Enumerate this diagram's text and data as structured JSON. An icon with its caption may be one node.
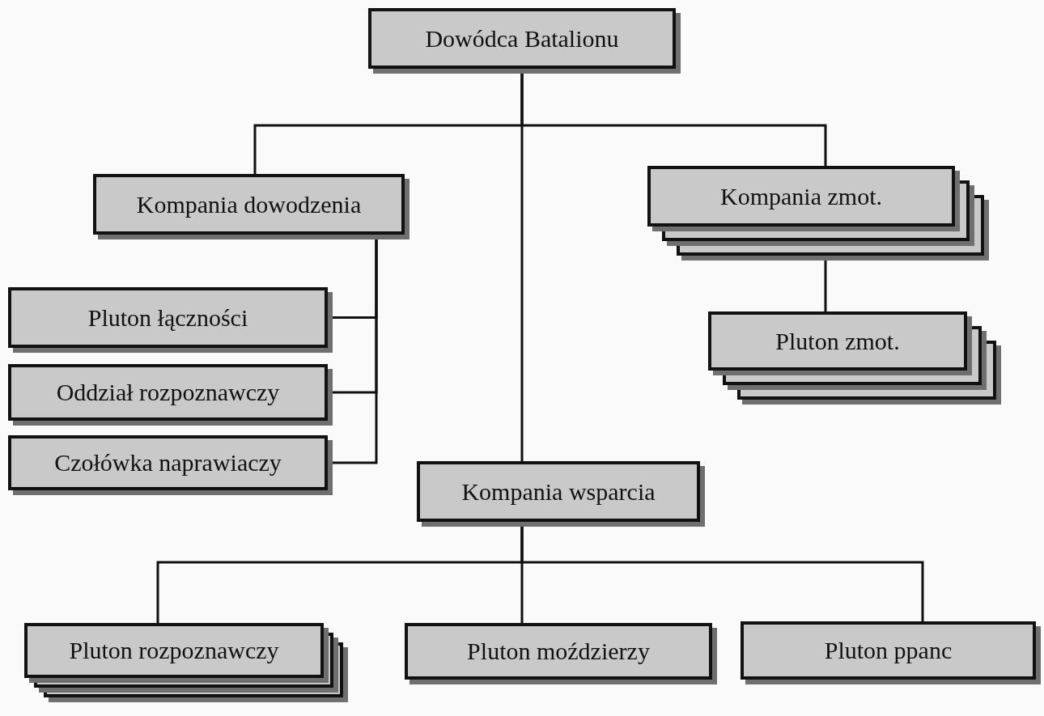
{
  "diagram": {
    "nodes": [
      {
        "text": [
          "Dowódca Batalionu"
        ]
      },
      {
        "text": [
          "Kompania dowodzenia"
        ]
      },
      {
        "text": [
          "Kompania zmot."
        ]
      },
      {
        "text": [
          "Pluton łączności"
        ]
      },
      {
        "text": [
          "Oddział rozpoznawczy"
        ]
      },
      {
        "text": [
          "Czołówka naprawiaczy"
        ]
      },
      {
        "text": [
          "Pluton zmot."
        ]
      },
      {
        "text": [
          "Kompania wsparcia"
        ]
      },
      {
        "text": [
          "Pluton rozpoznawczy"
        ]
      },
      {
        "text": [
          "Pluton moździerzy"
        ]
      },
      {
        "text": [
          "Pluton ppanc"
        ]
      }
    ],
    "edges": [
      {
        "from": 0,
        "to": 1,
        "arrow": "none"
      },
      {
        "from": 0,
        "to": 2,
        "arrow": "none"
      },
      {
        "from": 0,
        "to": 7,
        "arrow": "none"
      },
      {
        "from": 1,
        "to": 3,
        "arrow": "none"
      },
      {
        "from": 1,
        "to": 4,
        "arrow": "none"
      },
      {
        "from": 1,
        "to": 5,
        "arrow": "none"
      },
      {
        "from": 2,
        "to": 6,
        "arrow": "none"
      },
      {
        "from": 7,
        "to": 8,
        "arrow": "none"
      },
      {
        "from": 7,
        "to": 9,
        "arrow": "none"
      },
      {
        "from": 7,
        "to": 10,
        "arrow": "none"
      }
    ]
  }
}
